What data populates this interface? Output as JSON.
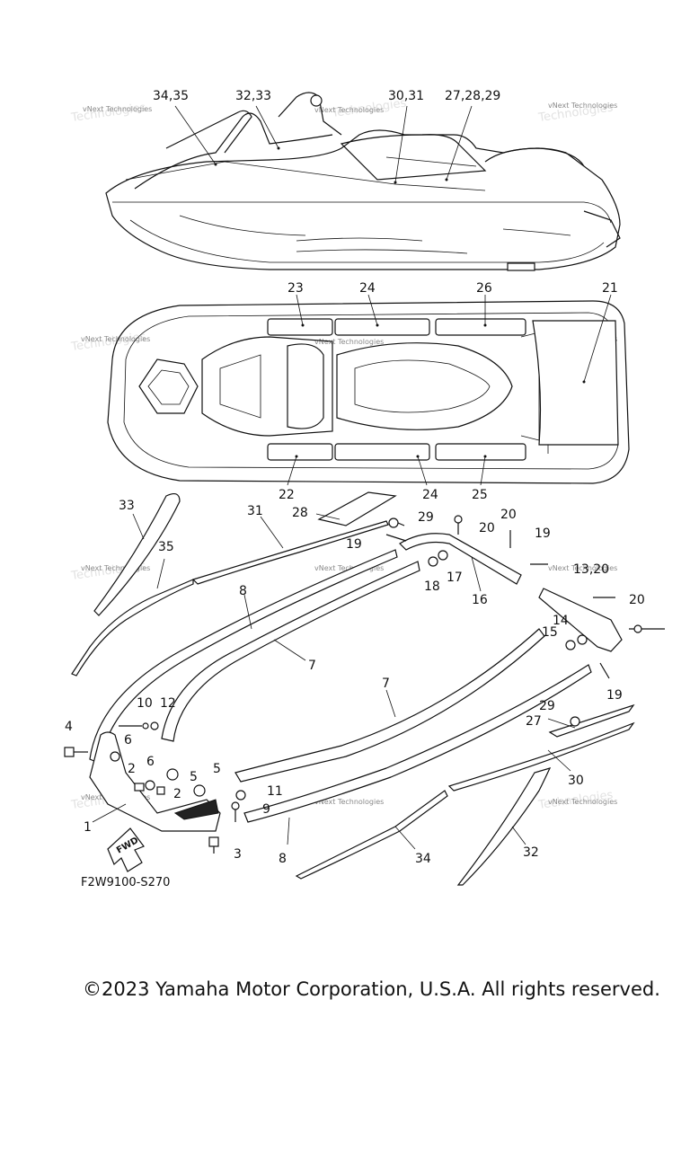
{
  "diagram": {
    "callouts": {
      "c1": "34,35",
      "c2": "32,33",
      "c3": "30,31",
      "c4": "27,28,29",
      "c5": "23",
      "c6": "24",
      "c7": "26",
      "c8": "21",
      "c9": "22",
      "c10": "24",
      "c11": "25",
      "c12": "33",
      "c13": "31",
      "c14": "28",
      "c15": "29",
      "c16": "20",
      "c17": "20",
      "c18": "19",
      "c19": "19",
      "c20": "35",
      "c21": "17",
      "c22": "18",
      "c23": "16",
      "c24": "13,20",
      "c25": "8",
      "c26": "7",
      "c27": "20",
      "c28": "14",
      "c29": "15",
      "c30": "19",
      "c31": "10",
      "c32": "12",
      "c33": "4",
      "c34": "6",
      "c35": "7",
      "c36": "29",
      "c37": "27",
      "c38": "30",
      "c39": "2",
      "c40": "6",
      "c41": "5",
      "c42": "5",
      "c43": "2",
      "c44": "11",
      "c45": "9",
      "c46": "1",
      "c47": "8",
      "c48": "34",
      "c49": "32",
      "c50": "3"
    },
    "fwd_label": "FWD",
    "watermark_small": "vNext Technologies",
    "watermark_large": "Technologies",
    "figure_code": "F2W9100-S270",
    "copyright": "©2023 Yamaha Motor Corporation, U.S.A. All rights reserved."
  }
}
